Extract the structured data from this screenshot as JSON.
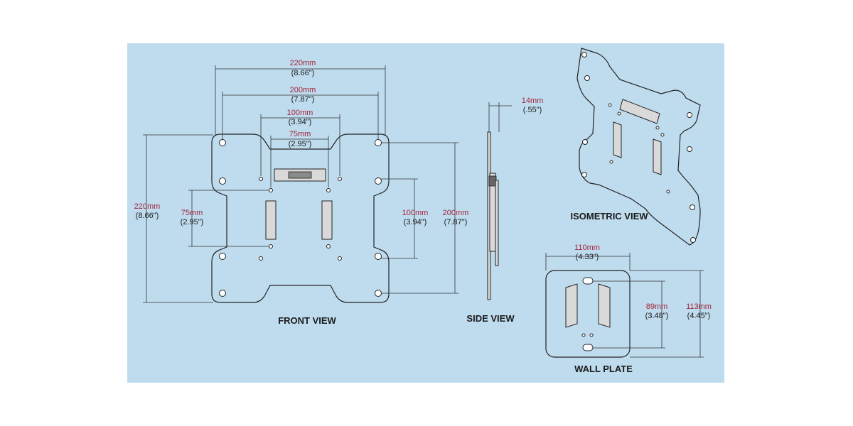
{
  "views": {
    "front": "FRONT VIEW",
    "side": "SIDE VIEW",
    "isometric": "ISOMETRIC VIEW",
    "wall": "WALL PLATE"
  },
  "dims": {
    "front_220w": {
      "mm": "220mm",
      "in": "(8.66\")"
    },
    "front_200w": {
      "mm": "200mm",
      "in": "(7.87\")"
    },
    "front_100w": {
      "mm": "100mm",
      "in": "(3.94\")"
    },
    "front_75w": {
      "mm": "75mm",
      "in": "(2.95\")"
    },
    "front_220h": {
      "mm": "220mm",
      "in": "(8.66\")"
    },
    "front_75h": {
      "mm": "75mm",
      "in": "(2.95\")"
    },
    "front_100h": {
      "mm": "100mm",
      "in": "(3.94\")"
    },
    "front_200h": {
      "mm": "200mm",
      "in": "(7.87\")"
    },
    "side_14": {
      "mm": "14mm",
      "in": "(.55\")"
    },
    "wall_110": {
      "mm": "110mm",
      "in": "(4.33\")"
    },
    "wall_89": {
      "mm": "89mm",
      "in": "(3.48\")"
    },
    "wall_113": {
      "mm": "113mm",
      "in": "(4.45\")"
    }
  }
}
